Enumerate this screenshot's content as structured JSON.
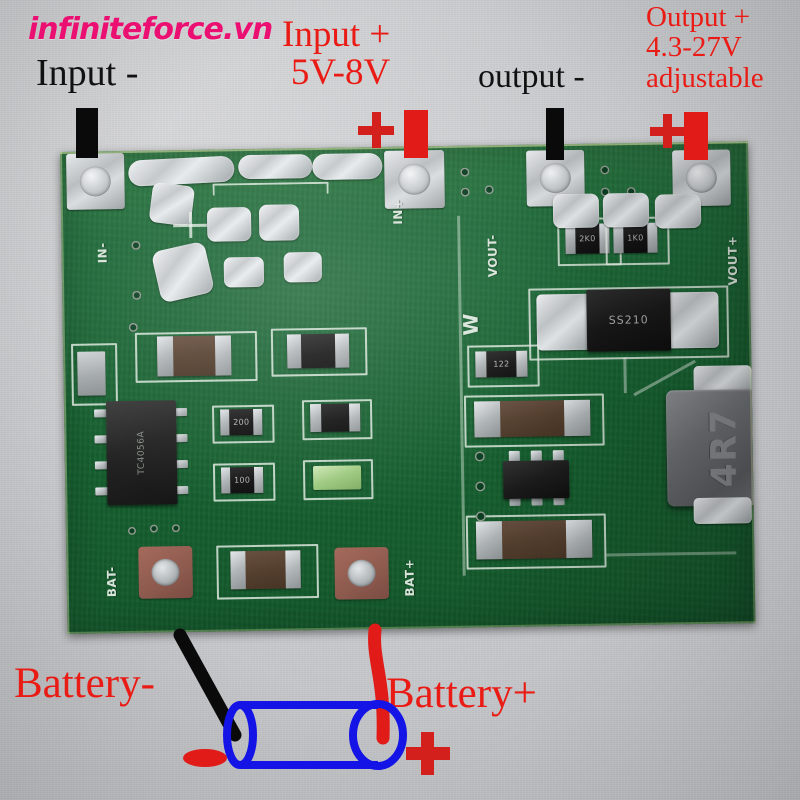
{
  "image": {
    "subject": "TP4056 lithium battery charger with adjustable boost converter module",
    "background_color": "#c9cacd",
    "pcb_color": "#1f6c3a"
  },
  "watermark": {
    "text": "infiniteforce.vn",
    "color": "#ec0f72"
  },
  "annotations": {
    "input_minus": {
      "text": "Input -",
      "color": "#111111"
    },
    "input_plus": {
      "line1": "Input +",
      "line2": "5V-8V",
      "color": "#ea1b14"
    },
    "output_minus": {
      "text": "output -",
      "color": "#111111"
    },
    "output_plus": {
      "line1": "Output +",
      "line2": "4.3-27V",
      "line3": "adjustable",
      "color": "#ea1b14"
    },
    "battery_minus": {
      "text": "Battery-",
      "color": "#ea1b14"
    },
    "battery_plus": {
      "text": "Battery+",
      "color": "#ea1b14"
    },
    "battery_polarity_minus": "-",
    "battery_polarity_plus": "+",
    "plus_symbol": "+"
  },
  "wire_markers": [
    {
      "name": "input-minus-stub",
      "color": "#0a0a0a"
    },
    {
      "name": "input-plus-stub",
      "color": "#e01b18"
    },
    {
      "name": "output-minus-stub",
      "color": "#0a0a0a"
    },
    {
      "name": "output-plus-stub",
      "color": "#e01b18"
    },
    {
      "name": "battery-minus-wire",
      "color": "#0a0a0a"
    },
    {
      "name": "battery-plus-wire",
      "color": "#e01b18"
    }
  ],
  "pcb_silkscreen": {
    "in_minus": "IN-",
    "in_plus": "IN+",
    "vout_minus": "VOUT-",
    "vout_plus": "VOUT+",
    "bat_minus": "BAT-",
    "bat_plus": "BAT+",
    "mark_w": "W"
  },
  "components": {
    "charger_ic": "TC4056A",
    "diode": "SS210",
    "inductor": "4R7",
    "resistor_1": "200",
    "resistor_2": "100",
    "resistor_3": "2K0",
    "resistor_4": "1K0",
    "resistor_5": "122"
  }
}
